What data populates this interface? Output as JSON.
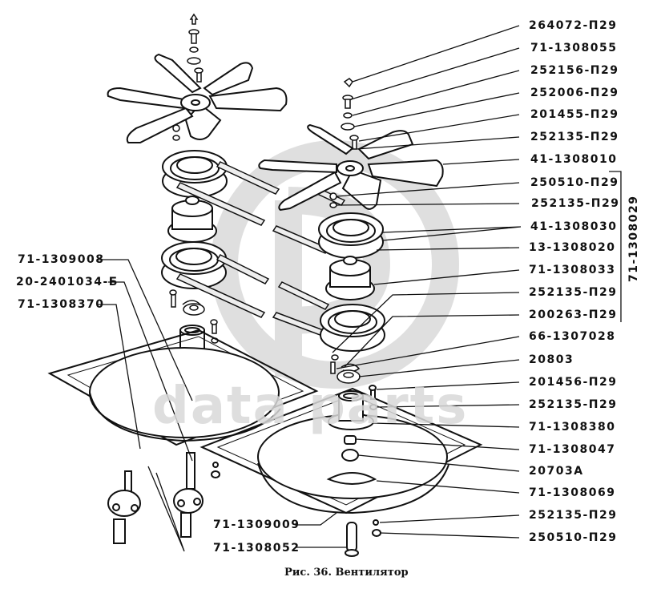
{
  "figure": {
    "caption": "Рис. 36. Вентилятор",
    "watermark_text": "data parts",
    "watermark_logo": "gp-logo",
    "bracket_group_label": "71-1308029"
  },
  "labels_right": [
    "264072-П29",
    "71-1308055",
    "252156-П29",
    "252006-П29",
    "201455-П29",
    "252135-П29",
    "41-1308010",
    "250510-П29",
    "252135-П29",
    "41-1308030",
    "13-1308020",
    "71-1308033",
    "252135-П29",
    "200263-П29",
    "66-1307028",
    "20803",
    "201456-П29",
    "252135-П29",
    "71-1308380",
    "71-1308047",
    "20703А",
    "71-1308069",
    "252135-П29",
    "250510-П29"
  ],
  "labels_left": [
    "71-1309008",
    "20-2401034-Б",
    "71-1308370"
  ],
  "labels_bottom": [
    "71-1309009",
    "71-1308052"
  ],
  "parts": {
    "left_fan": "fan-impeller",
    "right_fan": "fan-impeller",
    "pulleys": "pulley",
    "belts": "v-belt",
    "hubs": "pulley-hub",
    "bearing_housings": "bearing-housing",
    "shroud_plates": "fan-shroud",
    "cardan_joints": "universal-joint",
    "arrow": "up-arrow"
  }
}
